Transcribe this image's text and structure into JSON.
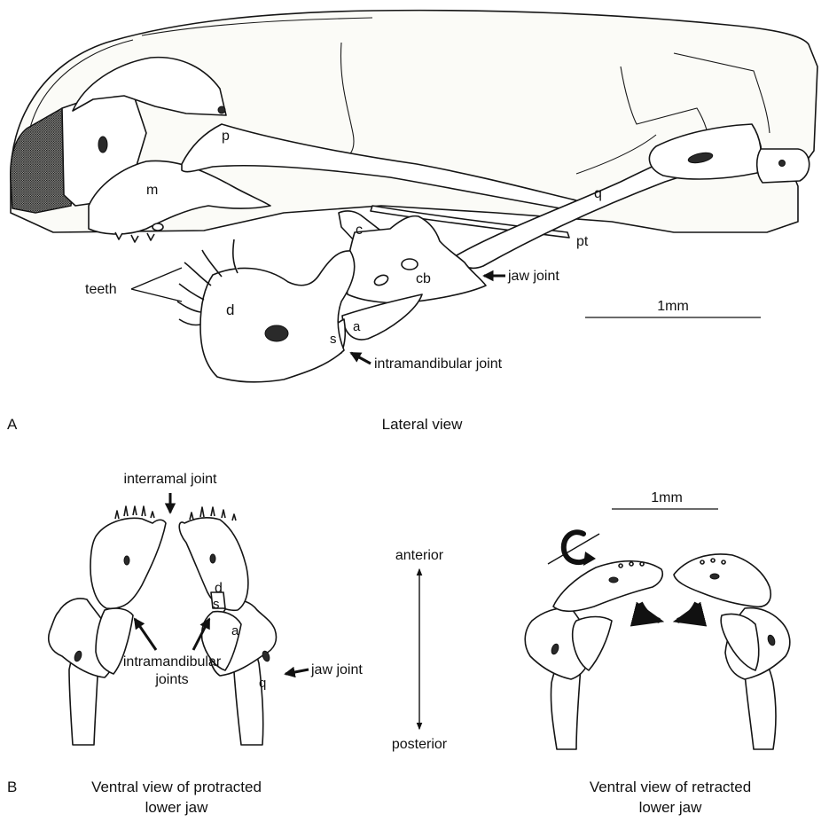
{
  "panel_a": {
    "letter": "A",
    "caption": "Lateral view",
    "bone_labels": {
      "p": "p",
      "m": "m",
      "q": "q",
      "pt": "pt",
      "c": "c",
      "cb": "cb",
      "d": "d",
      "a": "a",
      "s": "s"
    },
    "teeth": "teeth",
    "jaw_joint": "jaw joint",
    "intramandibular_joint": "intramandibular joint",
    "scale": "1mm"
  },
  "panel_b": {
    "letter": "B",
    "interramal_joint": "interramal joint",
    "bone_labels": {
      "d": "d",
      "s": "s",
      "a": "a",
      "q": "q"
    },
    "intramandibular_joints_line1": "intramandibular",
    "intramandibular_joints_line2": "joints",
    "jaw_joint": "jaw joint",
    "anterior": "anterior",
    "posterior": "posterior",
    "scale": "1mm",
    "caption_left_line1": "Ventral view of protracted",
    "caption_left_line2": "lower jaw",
    "caption_right_line1": "Ventral view of retracted",
    "caption_right_line2": "lower jaw"
  }
}
